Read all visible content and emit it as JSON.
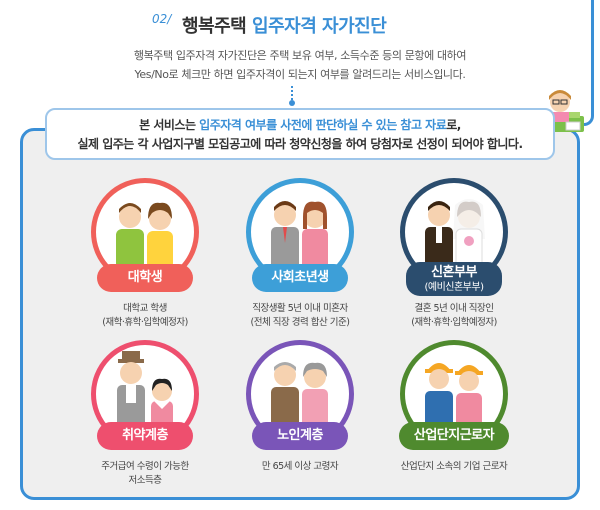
{
  "header": {
    "step_number": "02/",
    "title_plain": "행복주택 ",
    "title_highlight": "입주자격 자가진단",
    "intro_line1": "행복주택 입주자격 자가진단은 주택 보유 여부, 소득수준 등의 문항에 대하여",
    "intro_line2": "Yes/No로 체크만 하면 입주자격이 되는지 여부를 알려드리는 서비스입니다."
  },
  "notice": {
    "line1_pre": "본 서비스는 ",
    "line1_highlight": "입주자격 여부를 사전에 판단하실 수 있는 참고 자료",
    "line1_post": "로,",
    "line2": "실제 입주는 각 사업지구별 모집공고에 따라 청약신청을 하여 당첨자로 선정이 되어야 합니다."
  },
  "colors": {
    "accent": "#3a8fd6",
    "student": "#f0605a",
    "young_worker": "#3d9fd8",
    "newlywed": "#2b4d6e",
    "vulnerable": "#ee4f6e",
    "elderly": "#7a55b8",
    "industrial_worker": "#4f8a2e"
  },
  "cards": [
    {
      "label": "대학생",
      "sublabel": "",
      "desc1": "대학교 학생",
      "desc2": "(재학·휴학·입학예정자)"
    },
    {
      "label": "사회초년생",
      "sublabel": "",
      "desc1": "직장생활 5년 이내 미혼자",
      "desc2": "(전체 직장 경력 합산 기준)"
    },
    {
      "label": "신혼부부",
      "sublabel": "(예비신혼부부)",
      "desc1": "결혼 5년 이내 직장인",
      "desc2": "(재학·휴학·입학예정자)"
    },
    {
      "label": "취약계층",
      "sublabel": "",
      "desc1": "주거급여 수령이 가능한",
      "desc2": "저소득층"
    },
    {
      "label": "노인계층",
      "sublabel": "",
      "desc1": "만 65세 이상 고령자",
      "desc2": ""
    },
    {
      "label": "산업단지근로자",
      "sublabel": "",
      "desc1": "산업단지 소속의 기업 근로자",
      "desc2": ""
    }
  ]
}
